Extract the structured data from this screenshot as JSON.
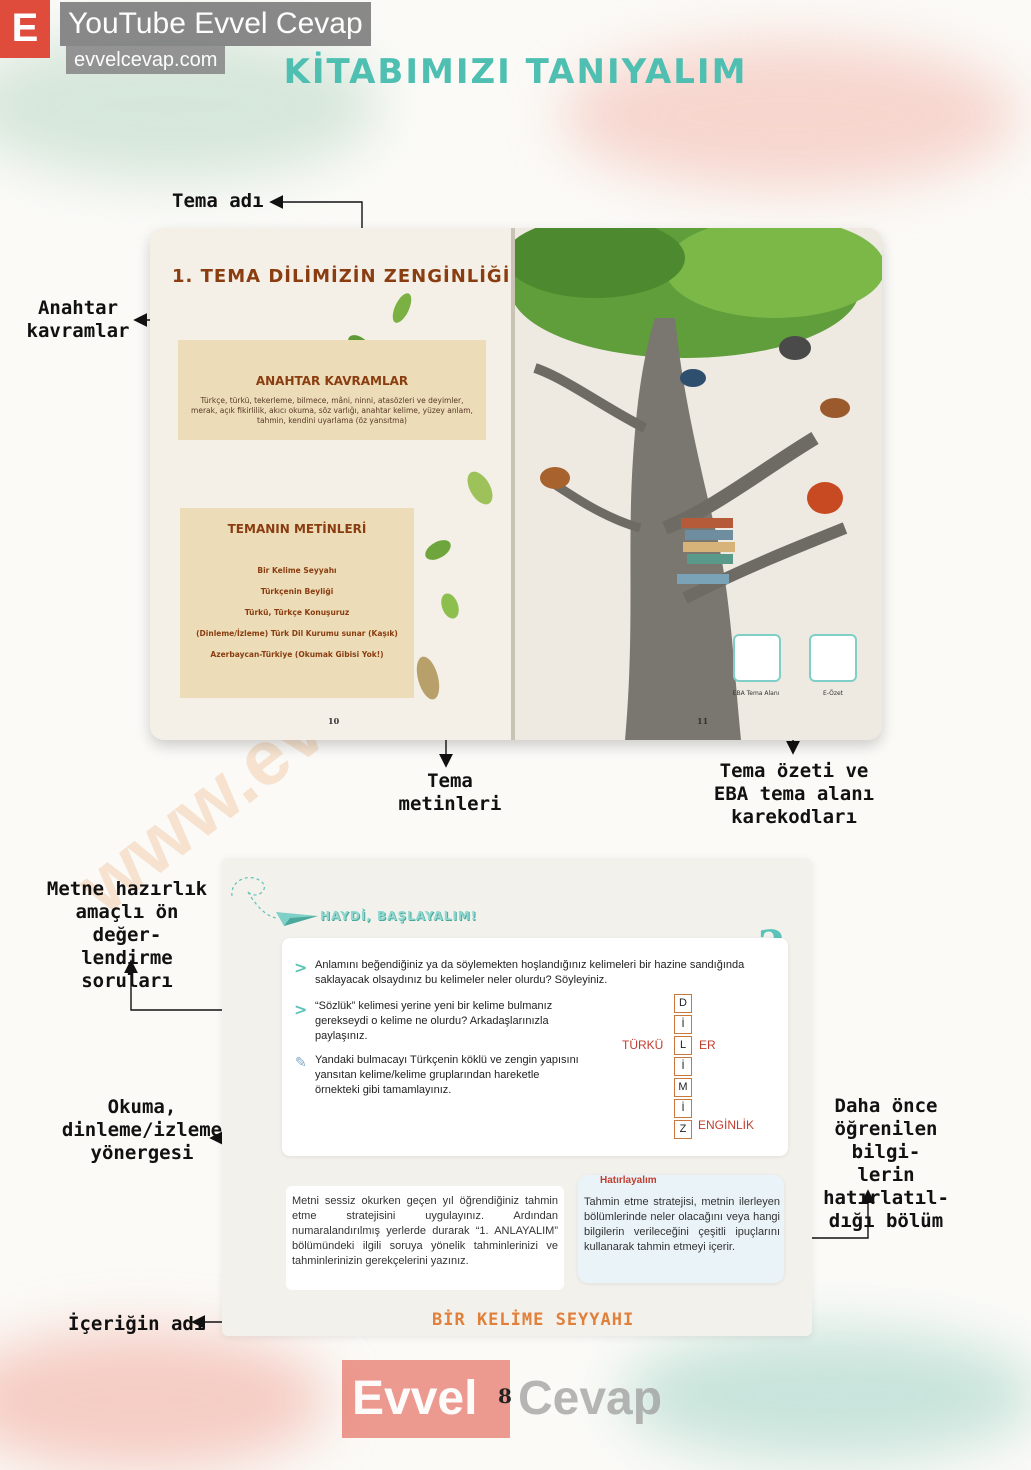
{
  "brand": {
    "letter": "E",
    "title": "YouTube Evvel Cevap",
    "url": "evvelcevap.com"
  },
  "page_title": "KİTABIMIZI TANIYALIM",
  "callouts": {
    "tema_adi": "Tema adı",
    "anahtar": "Anahtar\nkavramlar",
    "tema_metinleri": "Tema\nmetinleri",
    "tema_ozeti": "Tema özeti ve\nEBA tema alanı\nkarekodları",
    "metne_hazirlik": "Metne hazırlık\namaçlı ön değer-\nlendirme soruları",
    "okuma": "Okuma,\ndinleme/izleme\nyönergesi",
    "daha_once": "Daha önce\nöğrenilen bilgi-\nlerin hatırlatıl-\ndığı bölüm",
    "icerik_adi": "İçeriğin adı"
  },
  "book": {
    "theme_title": "1. TEMA DİLİMİZİN ZENGİNLİĞİ",
    "anahtar_head": "ANAHTAR KAVRAMLAR",
    "anahtar_text": "Türkçe, türkü, tekerleme, bilmece, mâni, ninni, atasözleri ve deyimler, merak, açık fikirlilik, akıcı okuma, söz varlığı, anahtar kelime, yüzey anlam, tahmin, kendini uyarlama (öz yansıtma)",
    "metinler_head": "TEMANIN METİNLERİ",
    "metinler": [
      "Bir Kelime Seyyahı",
      "Türkçenin Beyliği",
      "Türkü, Türkçe Konuşuruz",
      "(Dinleme/İzleme) Türk Dil Kurumu sunar (Kaşık)",
      "Azerbaycan-Türkiye (Okumak Gibisi Yok!)"
    ],
    "page_left": "10",
    "page_right": "11",
    "qr_label_1": "EBA Tema Alanı",
    "qr_label_2": "E-Özet"
  },
  "panel": {
    "haydi": "HAYDİ, BAŞLAYALIM!",
    "q1": "Anlamını beğendiğiniz ya da söylemekten hoşlandığınız kelimeleri bir hazine sandığında saklayacak olsaydınız bu kelimeler neler olurdu? Söyleyiniz.",
    "q2": "“Sözlük” kelimesi yerine yeni bir kelime bulmanız gerekseydi o kelime ne olurdu? Arkadaşlarınızla paylaşınız.",
    "q3": "Yandaki bulmacayı Türkçenin köklü ve zengin yapısını yansıtan kelime/kelime gruplarından hareketle örnekteki gibi tamamlayınız.",
    "puzzle_letters": [
      "D",
      "İ",
      "L",
      "İ",
      "M",
      "İ",
      "Z"
    ],
    "puzzle_left": "TÜRKÜ",
    "puzzle_right_er": "ER",
    "puzzle_right_z": "ENGİNLİK",
    "reading": "Metni sessiz okurken geçen yıl öğrendiğiniz tahmin etme stratejisini uygulayınız. Ardından numaralandırılmış yerlerde durarak “1. ANLAYALIM” bölümündeki ilgili soruya yönelik tahminlerinizi ve tahminlerinizin gerekçelerini yazınız.",
    "hatir_head": "Hatırlayalım",
    "hatir_text": "Tahmin etme stratejisi, metnin ilerleyen bölümlerinde neler olacağını veya hangi bilgilerin verileceğini çeşitli ipuçlarını kullanarak tahmin etmeyi içerir.",
    "content_title": "BİR KELİME SEYYAHI"
  },
  "bottom": {
    "left": "Evvel",
    "right": "Cevap",
    "page_number": "8"
  },
  "watermark": "www.evvelcevap.com"
}
